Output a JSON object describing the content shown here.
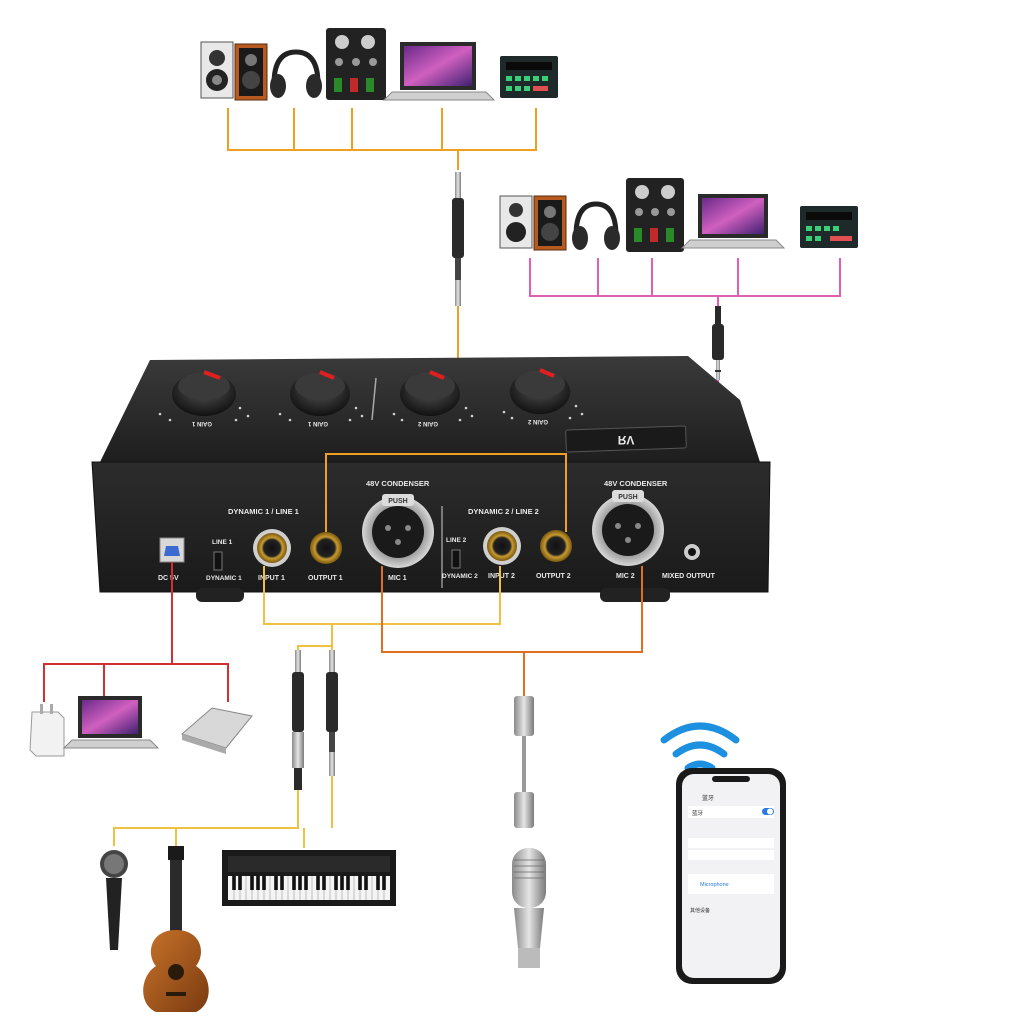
{
  "device": {
    "panel_labels": {
      "dynamic_line_1": "DYNAMIC 1 / LINE 1",
      "dynamic_line_2": "DYNAMIC 2 / LINE 2",
      "condenser_1": "48V CONDENSER",
      "condenser_2": "48V CONDENSER",
      "line_1": "LINE 1",
      "dynamic_1": "DYNAMIC 1",
      "line_2": "LINE 2",
      "dynamic_2": "DYNAMIC 2",
      "dc_5v": "DC 5V",
      "input_1": "INPUT 1",
      "output_1": "OUTPUT 1",
      "mic_1": "MIC 1",
      "input_2": "INPUT 2",
      "output_2": "OUTPUT 2",
      "mic_2": "MIC 2",
      "mixed_output": "MIXED OUTPUT",
      "push_1": "PUSH",
      "push_2": "PUSH"
    },
    "knob_labels": [
      "GAIN 1",
      "GAIN 1",
      "GAIN 2",
      "GAIN 2"
    ]
  },
  "phone": {
    "title": "蓝牙",
    "setting_bluetooth": "蓝牙",
    "device_item": "Microphone",
    "section_other": "其他设备"
  },
  "colors": {
    "orange_cable": "#f0a020",
    "pink_cable": "#e060b0",
    "red_cable": "#d03030",
    "yellow_cable": "#f0c040",
    "dark_orange_cable": "#e07020",
    "wifi_blue": "#1e90e0",
    "device_body": "#2a2a2a"
  }
}
